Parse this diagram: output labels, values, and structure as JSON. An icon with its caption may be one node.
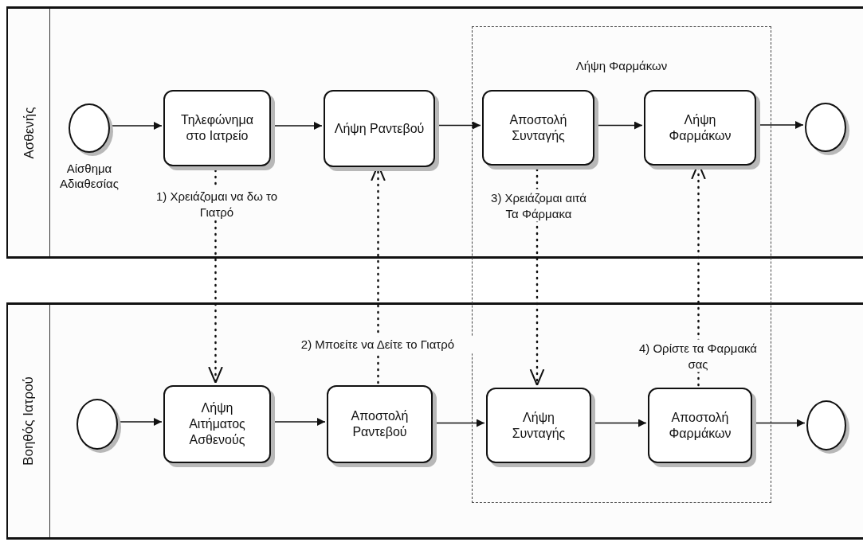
{
  "diagram": {
    "nodes": [
      {
        "text": [
          "Ασθενής"
        ]
      },
      {
        "text": [],
        "shape": "circle",
        "in": 0,
        "beside": [
          "Αίσθημα Αδιαθεσίας"
        ]
      },
      {
        "text": [
          "Τηλεφώνημα στο Ιατρείο"
        ],
        "in": 0
      },
      {
        "text": [
          "Λήψη Ραντεβού"
        ],
        "in": 0
      },
      {
        "text": [
          "Αποστολή Συνταγής"
        ],
        "in": 0
      },
      {
        "text": [
          "Λήψη Φαρμάκων"
        ],
        "in": 0
      },
      {
        "text": [],
        "shape": "circle",
        "in": 0
      },
      {
        "text": [
          "Βοηθός Ιατρού"
        ]
      },
      {
        "text": [],
        "shape": "circle",
        "in": 7
      },
      {
        "text": [
          "Λήψη Αιτήματος Ασθενούς"
        ],
        "in": 7
      },
      {
        "text": [
          "Αποστολή Ραντεβού"
        ],
        "in": 7
      },
      {
        "text": [
          "Λήψη Συνταγής"
        ],
        "in": 7
      },
      {
        "text": [
          "Αποστολή Φαρμάκων"
        ],
        "in": 7
      },
      {
        "text": [],
        "shape": "circle",
        "in": 7
      }
    ],
    "labels": [
      "Λήψη Φαρμάκων"
    ],
    "edges": [
      {
        "from": 1,
        "to": 2,
        "arrow": "to"
      },
      {
        "from": 2,
        "to": 3,
        "arrow": "to"
      },
      {
        "from": 3,
        "to": 4,
        "arrow": "to"
      },
      {
        "from": 4,
        "to": 5,
        "arrow": "to"
      },
      {
        "from": 5,
        "to": 6,
        "arrow": "to"
      },
      {
        "from": 8,
        "to": 9,
        "arrow": "to"
      },
      {
        "from": 9,
        "to": 10,
        "arrow": "to"
      },
      {
        "from": 10,
        "to": 11,
        "arrow": "to"
      },
      {
        "from": 11,
        "to": 12,
        "arrow": "to"
      },
      {
        "from": 12,
        "to": 13,
        "arrow": "to"
      },
      {
        "from": 2,
        "to": 9,
        "arrow": "to",
        "style": "dashed",
        "label": "1) Χρειάζομαι να δω το Γιατρό"
      },
      {
        "from": 10,
        "to": 3,
        "arrow": "to",
        "style": "dashed",
        "label": "2) Μποείτε να Δείτε το Γιατρό"
      },
      {
        "from": 4,
        "to": 11,
        "arrow": "to",
        "style": "dashed",
        "label": "3) Χρειάζομαι αιτά Τα Φάρμακα"
      },
      {
        "from": 12,
        "to": 5,
        "arrow": "to",
        "style": "dashed",
        "label": "4) Ορίστε τα Φαρμακά σας"
      }
    ]
  }
}
